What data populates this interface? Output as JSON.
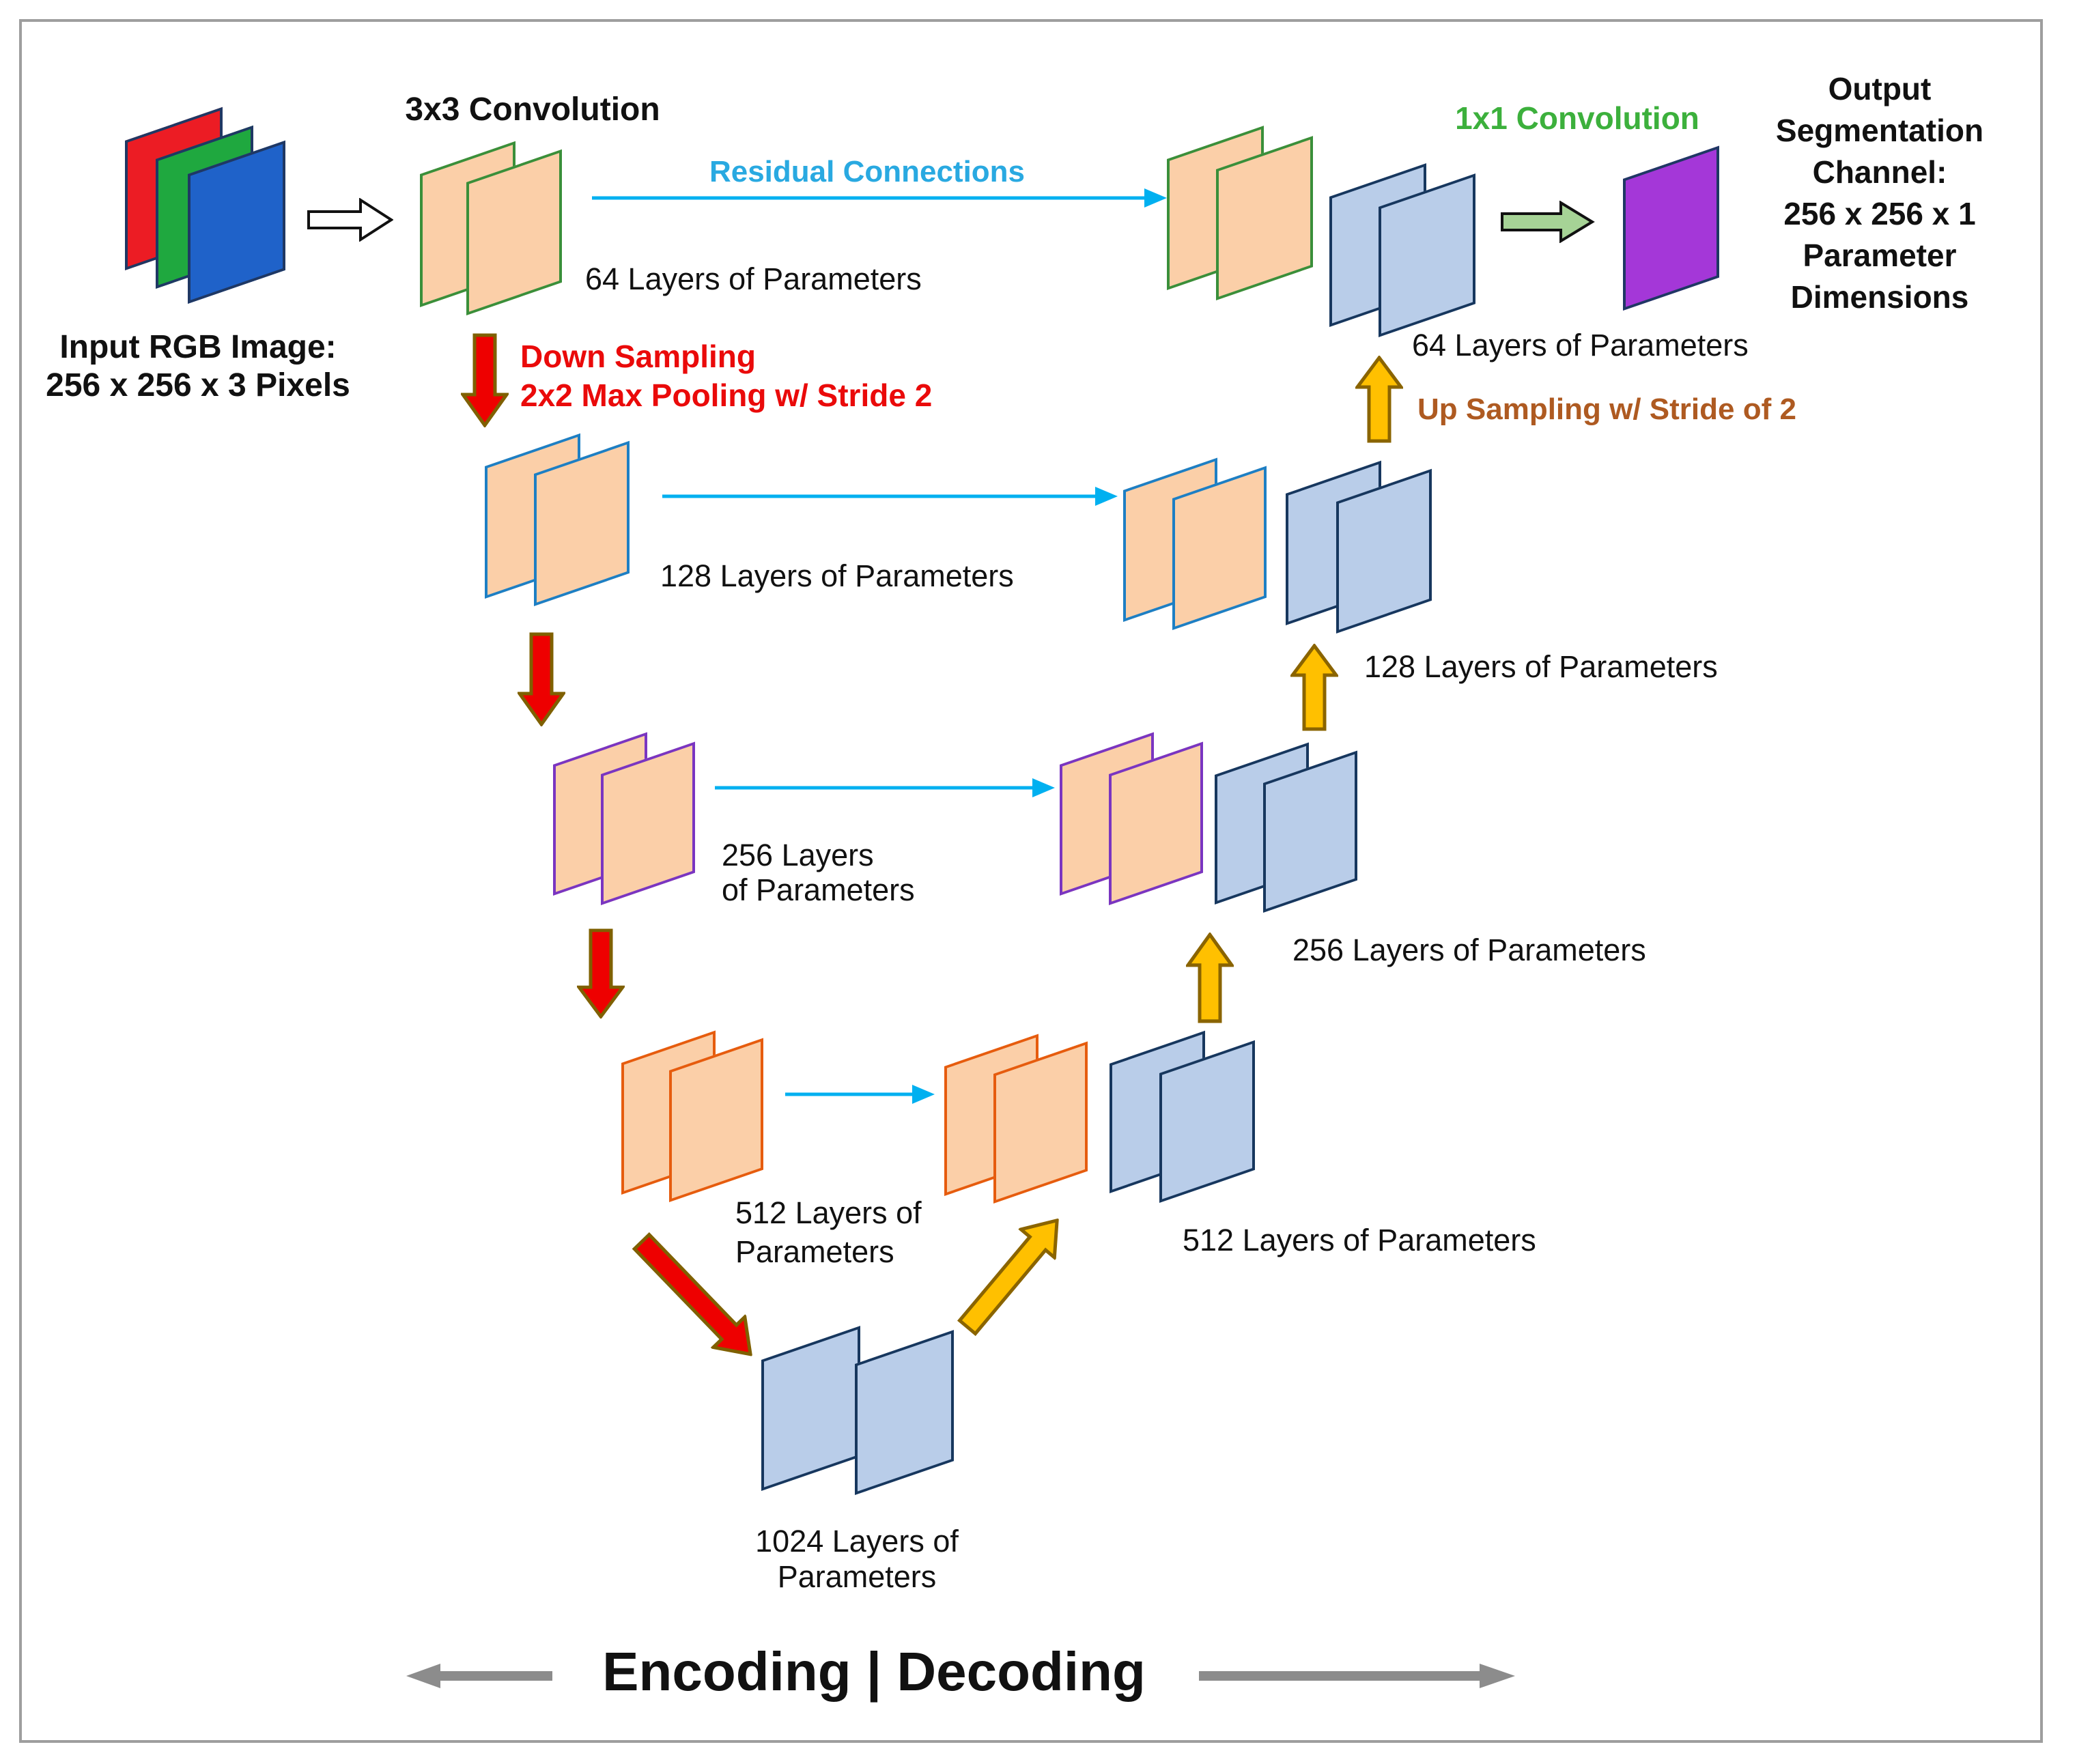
{
  "labels": {
    "conv3x3": "3x3 Convolution",
    "input_line1": "Input RGB Image:",
    "input_line2": "256 x 256 x 3 Pixels",
    "residual": "Residual Connections",
    "conv1x1": "1x1 Convolution",
    "down_line1": "Down Sampling",
    "down_line2": "2x2 Max Pooling w/ Stride 2",
    "up": "Up Sampling w/ Stride of 2",
    "enc64": "64 Layers of Parameters",
    "dec64": "64 Layers of Parameters",
    "enc128": "128 Layers of Parameters",
    "dec128": "128 Layers of Parameters",
    "enc256_line1": "256 Layers",
    "enc256_line2": "of Parameters",
    "dec256": "256 Layers of Parameters",
    "enc512_line1": "512 Layers of",
    "enc512_line2": "Parameters",
    "dec512": "512 Layers of Parameters",
    "bottleneck_line1": "1024 Layers of",
    "bottleneck_line2": "Parameters",
    "footer": "Encoding | Decoding",
    "output_lines": [
      "Output",
      "Segmentation",
      "Channel:",
      "256 x 256 x 1",
      "Parameter",
      "Dimensions"
    ]
  },
  "colors": {
    "panel_orange_fill": "#FBCFA8",
    "panel_blue_fill": "#B9CDE9",
    "panel_blue_border": "#17375E",
    "border_green": "#3A8F3A",
    "border_blue": "#1D7FC4",
    "border_purple": "#7A35C1",
    "border_orange": "#E65C0E",
    "rgb_red": "#EC1C24",
    "rgb_green": "#1FA83F",
    "rgb_blue": "#1F62C9",
    "rgb_border": "#1F3864",
    "purple_fill": "#A437D8",
    "cyan": "#00B0F0",
    "red_arrow": "#EE0000",
    "red_arrow_border": "#7F6000",
    "yellow_arrow": "#FFC000",
    "yellow_arrow_border": "#8A6400",
    "green_arrow_fill": "#A6D396",
    "gray_arrow": "#8C8C8C",
    "text_red": "#EA0A0A",
    "text_blue": "#29A9E1",
    "text_green": "#3CB03C",
    "text_brown": "#AE5A21"
  }
}
